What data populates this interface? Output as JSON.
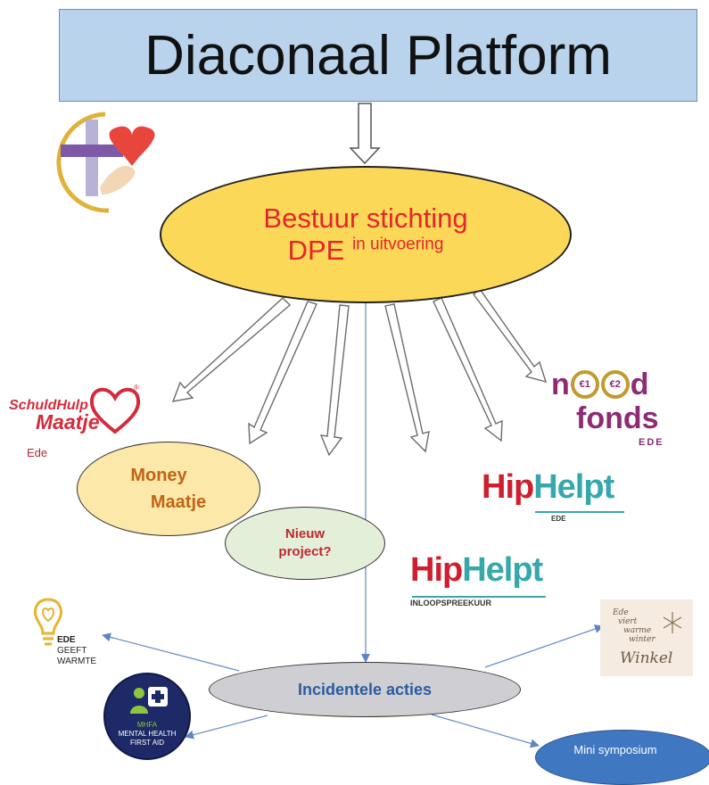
{
  "title": "Diaconaal Platform",
  "board": {
    "line1": "Bestuur stichting",
    "line2": "DPE",
    "line2_suffix": "in uitvoering"
  },
  "money_maatje": {
    "line1": "Money",
    "line2": "Maatje"
  },
  "nieuw_project": {
    "line1": "Nieuw",
    "line2": "project?"
  },
  "incidentele": "Incidentele acties",
  "mini_symposium": "Mini symposium",
  "logos": {
    "schuldhulp": {
      "line1": "SchuldHulp",
      "line2": "Maatje",
      "reg": "®",
      "place": "Ede"
    },
    "noodfonds": {
      "line1": "nood",
      "line2": "fonds",
      "coin1": "€1",
      "coin2": "€2",
      "place": "EDE"
    },
    "hiphelpt_ede": {
      "hip": "Hip",
      "helpt": "Helpt",
      "sub": "EDE"
    },
    "hiphelpt_inloop": {
      "hip": "Hip",
      "helpt": "Helpt",
      "sub": "INLOOPSPREEKUUR"
    },
    "ede_geeft": {
      "l1": "EDE",
      "l2": "GEEFT",
      "l3": "WARMTE"
    },
    "mhfa": {
      "l1": "MHFA",
      "l2": "MENTAL HEALTH",
      "l3": "FIRST AID"
    },
    "winter": {
      "l1": "Ede",
      "l2": "viert",
      "l3": "warme",
      "l4": "winter",
      "l5": "Winkel"
    }
  },
  "colors": {
    "title_bg": "#b9d3ec",
    "board_bg": "#fcd859",
    "board_text": "#e3262c",
    "money_bg": "#fce8a8",
    "money_text": "#c06416",
    "nieuw_bg": "#e4efd9",
    "incid_bg": "#cfcfd3",
    "incid_text": "#2b5ba1",
    "mini_bg": "#3f78c1",
    "arrow_line": "#6a8fc8",
    "noodfonds": "#8e2b73",
    "hip_red": "#cf1f2e",
    "hip_teal": "#36a8ad"
  }
}
